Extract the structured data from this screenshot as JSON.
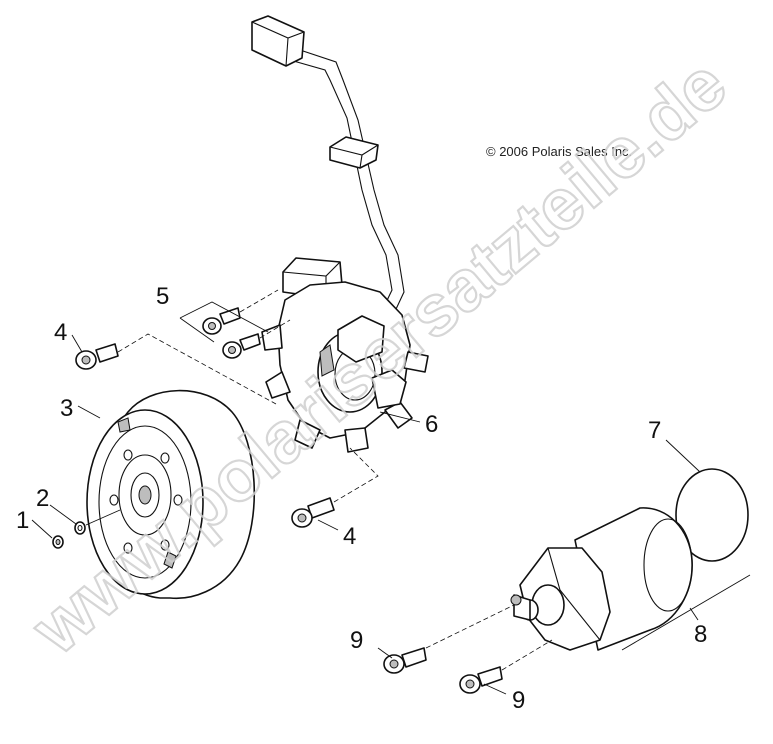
{
  "copyright": "© 2006 Polaris Sales Inc.",
  "watermark": "www.polarisersatzteile.de",
  "callouts": {
    "c1": "1",
    "c2": "2",
    "c3": "3",
    "c4a": "4",
    "c4b": "4",
    "c5": "5",
    "c6": "6",
    "c7": "7",
    "c8": "8",
    "c9a": "9",
    "c9b": "9"
  }
}
